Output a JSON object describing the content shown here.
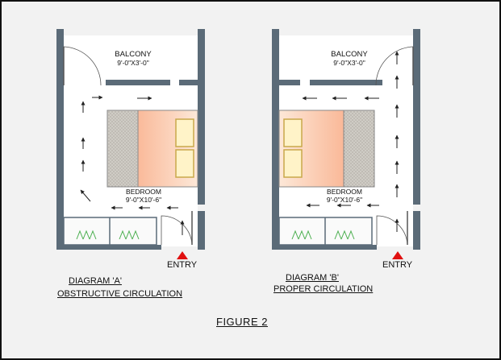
{
  "diagrams": [
    {
      "balcony_name": "BALCONY",
      "balcony_size": "9'-0\"X3'-0\"",
      "bedroom_name": "BEDROOM",
      "bedroom_size": "9'-0\"X10'-6\"",
      "entry": "ENTRY",
      "caption_line1": "DIAGRAM 'A'",
      "caption_line2": "OBSTRUCTIVE CIRCULATION"
    },
    {
      "balcony_name": "BALCONY",
      "balcony_size": "9'-0\"X3'-0\"",
      "bedroom_name": "BEDROOM",
      "bedroom_size": "9'-0\"X10'-6\"",
      "entry": "ENTRY",
      "caption_line1": "DIAGRAM 'B'",
      "caption_line2": "PROPER CIRCULATION"
    }
  ],
  "figure_label": "FIGURE 2",
  "colors": {
    "wall": "#5b6b78",
    "bed_orange": "#f7a77c",
    "bed_grey": "#c9c6bf",
    "entry_marker": "#e01010"
  }
}
